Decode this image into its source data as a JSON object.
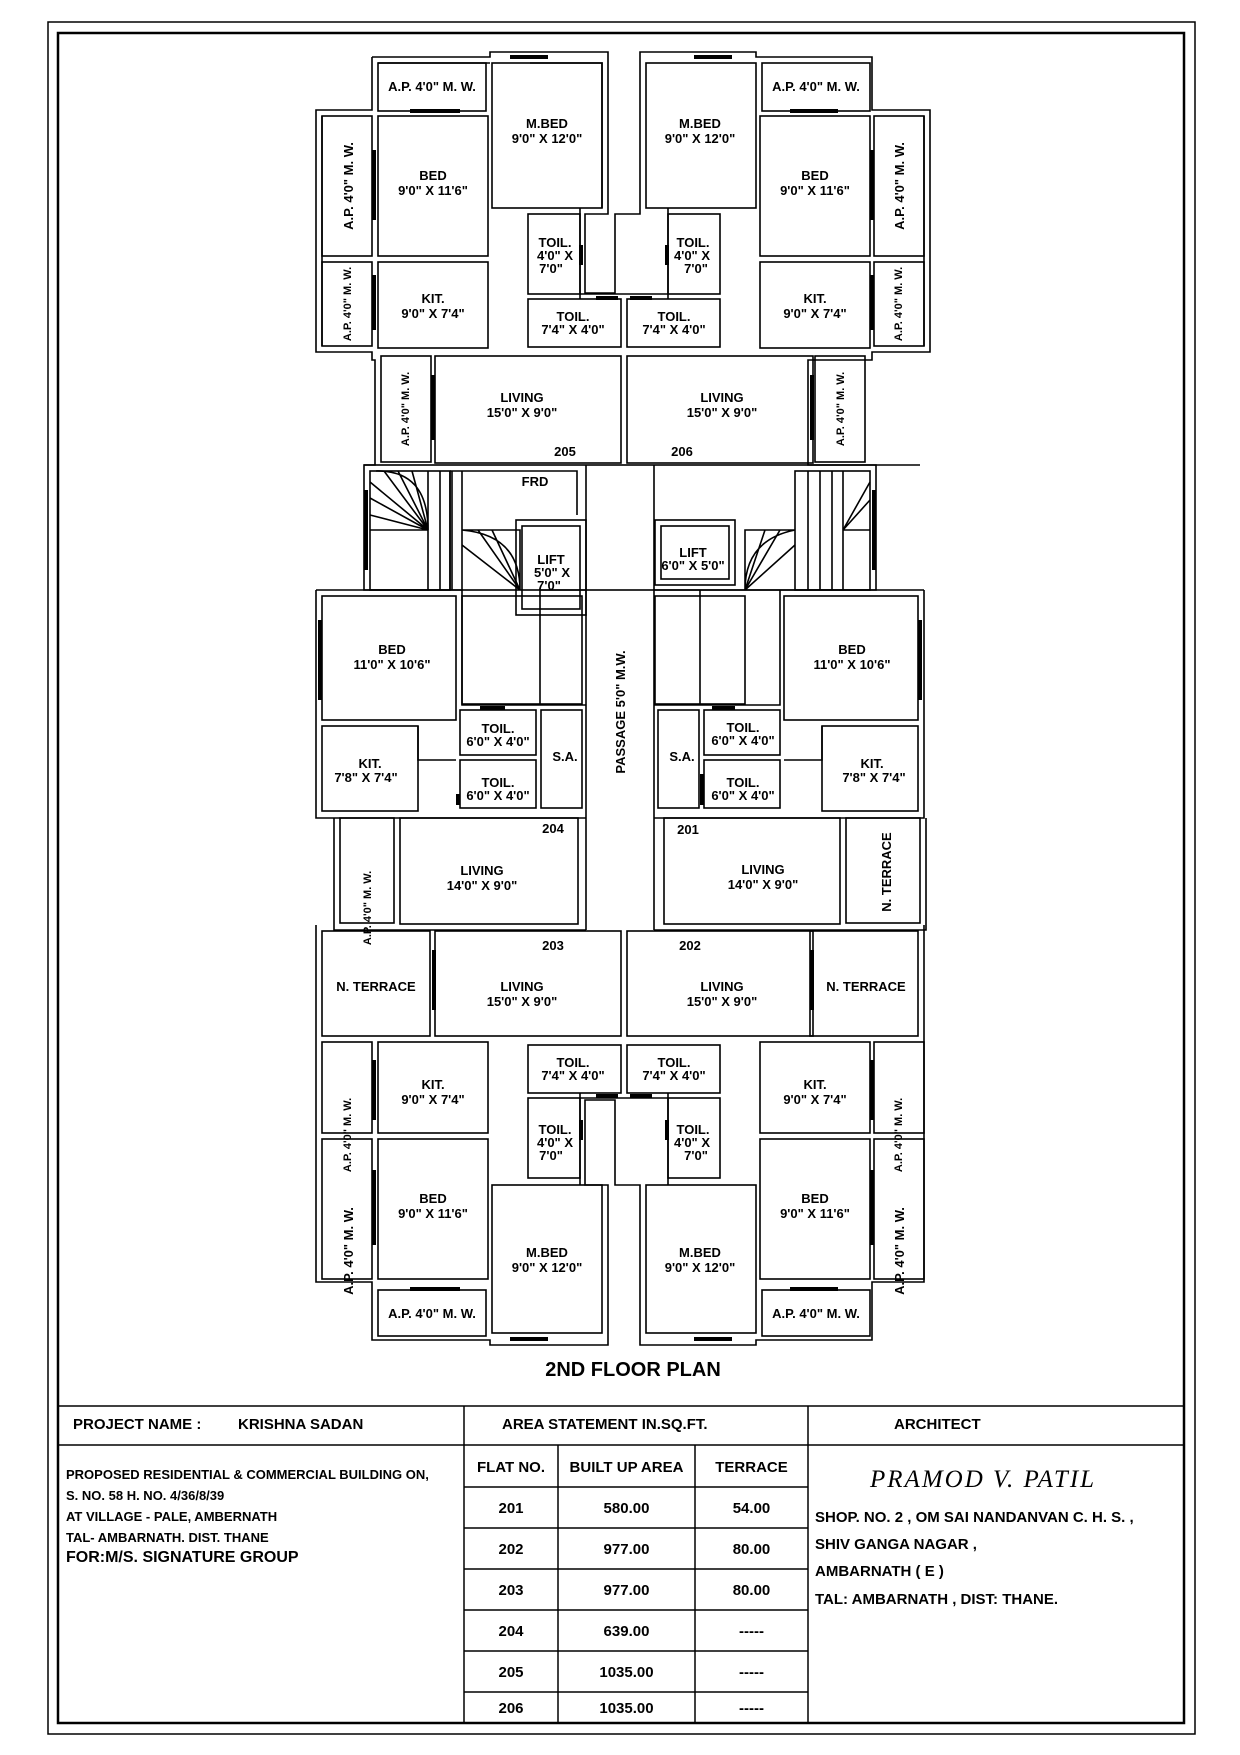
{
  "rooms": {
    "mbed_205": {
      "name": "M.BED",
      "size": "9'0\" X 12'0\""
    },
    "mbed_206": {
      "name": "M.BED",
      "size": "9'0\" X 12'0\""
    },
    "bed_205": {
      "name": "BED",
      "size": "9'0\" X 11'6\""
    },
    "bed_206": {
      "name": "BED",
      "size": "9'0\" X 11'6\""
    },
    "kit_205": {
      "name": "KIT.",
      "size": "9'0\" X 7'4\""
    },
    "kit_206": {
      "name": "KIT.",
      "size": "9'0\" X 7'4\""
    },
    "toil_a_205": {
      "name": "TOIL.",
      "size1": "4'0\" X",
      "size2": "7'0\""
    },
    "toil_a_206": {
      "name": "TOIL.",
      "size1": "4'0\" X",
      "size2": "7'0\""
    },
    "toil_b_205": {
      "name": "TOIL.",
      "size": "7'4\" X 4'0\""
    },
    "toil_b_206": {
      "name": "TOIL.",
      "size": "7'4\" X 4'0\""
    },
    "living_205": {
      "name": "LIVING",
      "size": "15'0\" X 9'0\""
    },
    "living_206": {
      "name": "LIVING",
      "size": "15'0\" X 9'0\""
    },
    "frd": "FRD",
    "lift_left": {
      "name": "LIFT",
      "size1": "5'0\" X",
      "size2": "7'0\""
    },
    "lift_right": {
      "name": "LIFT",
      "size": "6'0\" X 5'0\""
    },
    "bed_204": {
      "name": "BED",
      "size": "11'0\" X 10'6\""
    },
    "bed_201": {
      "name": "BED",
      "size": "11'0\" X 10'6\""
    },
    "toil_204a": {
      "name": "TOIL.",
      "size": "6'0\" X 4'0\""
    },
    "toil_204b": {
      "name": "TOIL.",
      "size": "6'0\" X 4'0\""
    },
    "toil_201a": {
      "name": "TOIL.",
      "size": "6'0\" X 4'0\""
    },
    "toil_201b": {
      "name": "TOIL.",
      "size": "6'0\" X 4'0\""
    },
    "kit_204": {
      "name": "KIT.",
      "size": "7'8\" X 7'4\""
    },
    "kit_201": {
      "name": "KIT.",
      "size": "7'8\" X 7'4\""
    },
    "sa": "S.A.",
    "passage": "PASSAGE 5'0\" M.W.",
    "living_204": {
      "name": "LIVING",
      "size": "14'0\" X 9'0\""
    },
    "living_201": {
      "name": "LIVING",
      "size": "14'0\" X 9'0\""
    },
    "n_terrace": "N. TERRACE",
    "living_203": {
      "name": "LIVING",
      "size": "15'0\" X 9'0\""
    },
    "living_202": {
      "name": "LIVING",
      "size": "15'0\" X 9'0\""
    },
    "kit_203": {
      "name": "KIT.",
      "size": "9'0\" X 7'4\""
    },
    "kit_202": {
      "name": "KIT.",
      "size": "9'0\" X 7'4\""
    },
    "bed_203": {
      "name": "BED",
      "size": "9'0\" X 11'6\""
    },
    "bed_202": {
      "name": "BED",
      "size": "9'0\" X 11'6\""
    },
    "mbed_203": {
      "name": "M.BED",
      "size": "9'0\" X 12'0\""
    },
    "mbed_202": {
      "name": "M.BED",
      "size": "9'0\" X 12'0\""
    },
    "ap_mw": "A.P. 4'0\" M. W.",
    "ap_mw_short": "A.P. 4'0\" M. W."
  },
  "flat_numbers": {
    "f201": "201",
    "f202": "202",
    "f203": "203",
    "f204": "204",
    "f205": "205",
    "f206": "206"
  },
  "plan_title": "2ND FLOOR PLAN",
  "title_block": {
    "project_label": "PROJECT NAME :",
    "project_name": "KRISHNA SADAN",
    "area_heading": "AREA STATEMENT IN.SQ.FT.",
    "architect_heading": "ARCHITECT",
    "description": [
      "PROPOSED  RESIDENTIAL & COMMERCIAL BUILDING ON,",
      "S. NO. 58 H. NO. 4/36/8/39",
      "AT VILLAGE - PALE, AMBERNATH",
      "TAL- AMBARNATH. DIST. THANE"
    ],
    "client": "FOR:M/S. SIGNATURE GROUP",
    "table_headers": [
      "FLAT NO.",
      "BUILT UP AREA",
      "TERRACE"
    ],
    "table_rows": [
      [
        "201",
        "580.00",
        "54.00"
      ],
      [
        "202",
        "977.00",
        "80.00"
      ],
      [
        "203",
        "977.00",
        "80.00"
      ],
      [
        "204",
        "639.00",
        "-----"
      ],
      [
        "205",
        "1035.00",
        "-----"
      ],
      [
        "206",
        "1035.00",
        "-----"
      ]
    ],
    "architect_name": "PRAMOD V. PATIL",
    "architect_address": [
      "SHOP. NO. 2 , OM SAI NANDANVAN C. H. S. ,",
      "SHIV GANGA NAGAR ,",
      "AMBARNATH ( E )",
      "TAL: AMBARNATH , DIST: THANE."
    ]
  }
}
